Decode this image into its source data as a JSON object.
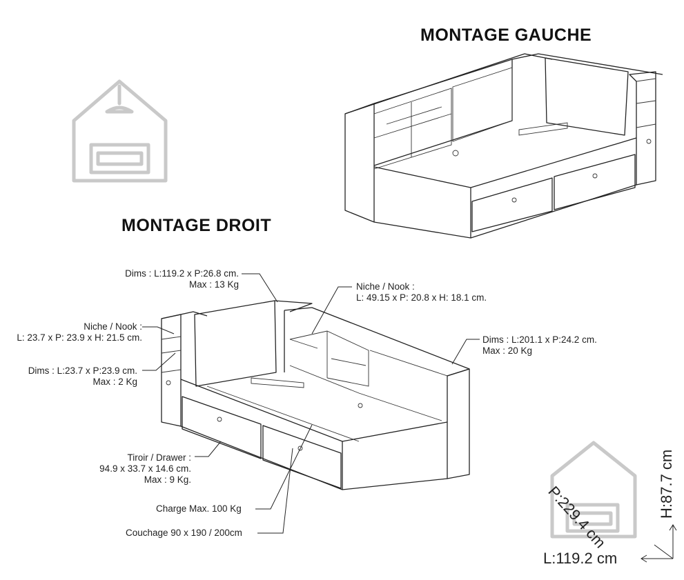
{
  "titles": {
    "left_assembly": "MONTAGE GAUCHE",
    "right_assembly": "MONTAGE DROIT"
  },
  "annotations": {
    "headboard": [
      "Dims : L:119.2 x P:26.8 cm.",
      "Max : 13 Kg"
    ],
    "nook_top": [
      "Niche / Nook :",
      "L: 49.15 x P: 20.8 x H: 18.1 cm."
    ],
    "nook_side": [
      "Niche / Nook :",
      "L: 23.7 x P: 23.9 x H: 21.5 cm."
    ],
    "side_shelf": [
      "Dims : L:23.7 x P:23.9 cm.",
      "Max : 2 Kg"
    ],
    "back_unit": [
      "Dims : L:201.1 x P:24.2 cm.",
      "Max : 20 Kg"
    ],
    "drawer": [
      "Tiroir / Drawer :",
      "94.9 x 33.7 x 14.6 cm.",
      "Max : 9 Kg."
    ],
    "charge": "Charge Max. 100 Kg",
    "couchage": "Couchage 90 x 190 / 200cm"
  },
  "overall_dimensions": {
    "depth": "P:229.4 cm",
    "height": "H:87.7 cm",
    "width": "L:119.2 cm"
  }
}
